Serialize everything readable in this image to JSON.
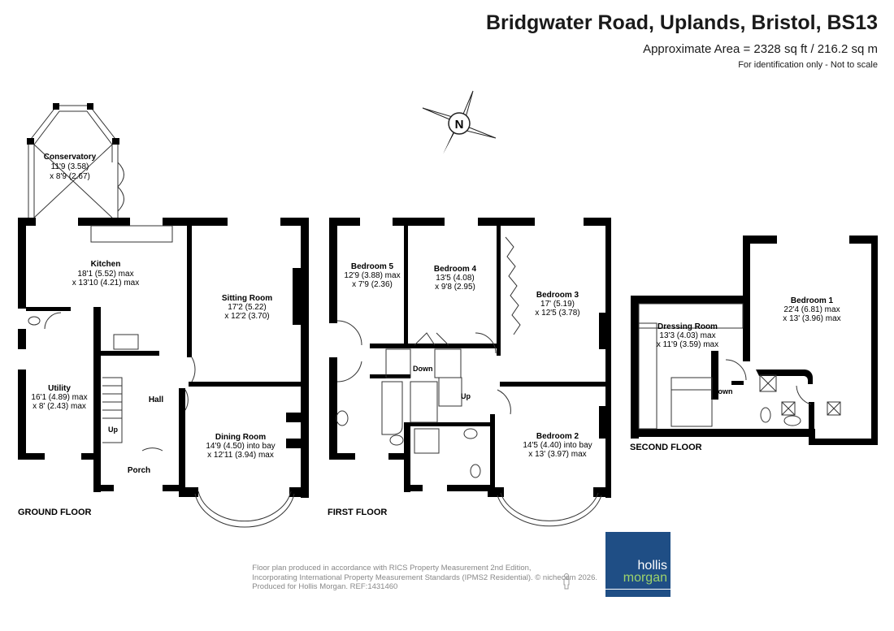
{
  "header": {
    "title": "Bridgwater Road, Uplands, Bristol, BS13",
    "area": "Approximate Area = 2328 sq ft / 216.2 sq m",
    "note": "For identification only - Not to scale"
  },
  "compass": {
    "label": "N",
    "icon": "north-compass-icon"
  },
  "floors": {
    "ground": {
      "label": "GROUND FLOOR",
      "rooms": [
        {
          "name": "Conservatory",
          "dim1": "11'9 (3.58)",
          "dim2": "x 8'9 (2.67)"
        },
        {
          "name": "Kitchen",
          "dim1": "18'1 (5.52) max",
          "dim2": "x 13'10 (4.21) max"
        },
        {
          "name": "Sitting Room",
          "dim1": "17'2 (5.22)",
          "dim2": "x 12'2 (3.70)"
        },
        {
          "name": "Utility",
          "dim1": "16'1 (4.89) max",
          "dim2": "x 8' (2.43) max"
        },
        {
          "name": "Hall"
        },
        {
          "name": "Dining Room",
          "dim1": "14'9 (4.50) into bay",
          "dim2": "x 12'11 (3.94) max"
        },
        {
          "name": "Porch"
        }
      ],
      "stairs_label": "Up"
    },
    "first": {
      "label": "FIRST FLOOR",
      "rooms": [
        {
          "name": "Bedroom 5",
          "dim1": "12'9 (3.88) max",
          "dim2": "x 7'9 (2.36)"
        },
        {
          "name": "Bedroom 4",
          "dim1": "13'5 (4.08)",
          "dim2": "x 9'8 (2.95)"
        },
        {
          "name": "Bedroom 3",
          "dim1": "17' (5.19)",
          "dim2": "x 12'5 (3.78)"
        },
        {
          "name": "Bedroom 2",
          "dim1": "14'5 (4.40) into bay",
          "dim2": "x 13' (3.97) max"
        }
      ],
      "down_label": "Down",
      "up_label": "Up"
    },
    "second": {
      "label": "SECOND FLOOR",
      "rooms": [
        {
          "name": "Bedroom 1",
          "dim1": "22'4 (6.81) max",
          "dim2": "x 13' (3.96) max"
        },
        {
          "name": "Dressing Room",
          "dim1": "13'3 (4.03) max",
          "dim2": "x 11'9 (3.59) max"
        }
      ],
      "down_label": "Down"
    }
  },
  "footer": {
    "line1": "Floor plan produced in accordance with RICS Property Measurement 2nd Edition,",
    "line2": "Incorporating International Property Measurement Standards (IPMS2 Residential).  © nichecom 2026.",
    "line3": "Produced for Hollis Morgan.    REF:1431460"
  },
  "logo": {
    "line1": "hollis",
    "line2": "morgan",
    "bg_color": "#1f4e85",
    "accent_color": "#9dd36b"
  }
}
